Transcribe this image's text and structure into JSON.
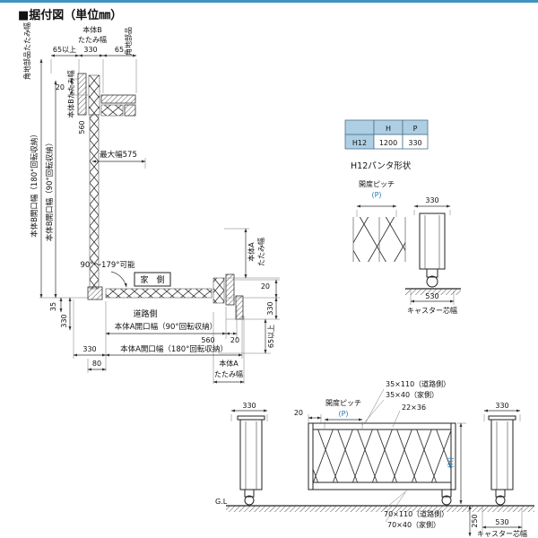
{
  "page": {
    "title": "■据付図（単位㎜）"
  },
  "colors": {
    "accent_bar": "#3f93c0",
    "table_header_bg": "#aecfe3",
    "blue_text": "#1f78b4",
    "line": "#333333"
  },
  "table": {
    "col_h": "H",
    "col_p": "P",
    "row_header": "H12",
    "val_h": "1200",
    "val_p": "330"
  },
  "plan": {
    "corner_fold": "角地部品たたみ幅",
    "min65_top": "65以上",
    "dim330_top": "330",
    "bodyB_line1": "本体B",
    "bodyB_line2": "たたみ幅",
    "corner_part": "角地部品",
    "dim65": "65",
    "dim20_tl": "20",
    "bodyB_fold": "本体Bたたみ幅",
    "dim560_left": "560",
    "max_width": "最大幅575",
    "open180_B": "本体B開口幅（180°回転収納）",
    "open90_B": "本体B開口幅（90°回転収納）",
    "rotation": "90°～179°可能",
    "house": "家　側",
    "road": "道路側",
    "dim35": "35",
    "dim330_left": "330",
    "bodyA_line1": "本体A",
    "bodyA_line2": "たたみ幅",
    "dim20_r": "20",
    "dim330_r": "330",
    "min65_r": "65以上",
    "open90_A": "本体A開口幅（90°回転収納）",
    "dim560_b": "560",
    "dim20_b": "20",
    "dim330_b": "330",
    "open180_A": "本体A開口幅（180°回転収納）",
    "dim80": "80",
    "bodyA2_line1": "本体A",
    "bodyA2_line2": "たたみ幅"
  },
  "panto": {
    "title": "H12パンタ形状",
    "pitch": "開度ピッチ",
    "p": "(P)",
    "dim330": "330",
    "dim530": "530",
    "caster": "キャスター芯幅"
  },
  "elev": {
    "left330": "330",
    "dim20": "20",
    "pitch": "開度ピッチ",
    "p": "(P)",
    "rail_road": "35×110（道路側）",
    "rail_house": "35×40（家側）",
    "rail_size": "22×36",
    "h": "(H)",
    "gl": "G.L",
    "bottom_road": "70×110（道路側）",
    "bottom_house": "70×40（家側）",
    "dim250": "250",
    "right330": "330",
    "dim530": "530",
    "caster": "キャスター芯幅"
  }
}
